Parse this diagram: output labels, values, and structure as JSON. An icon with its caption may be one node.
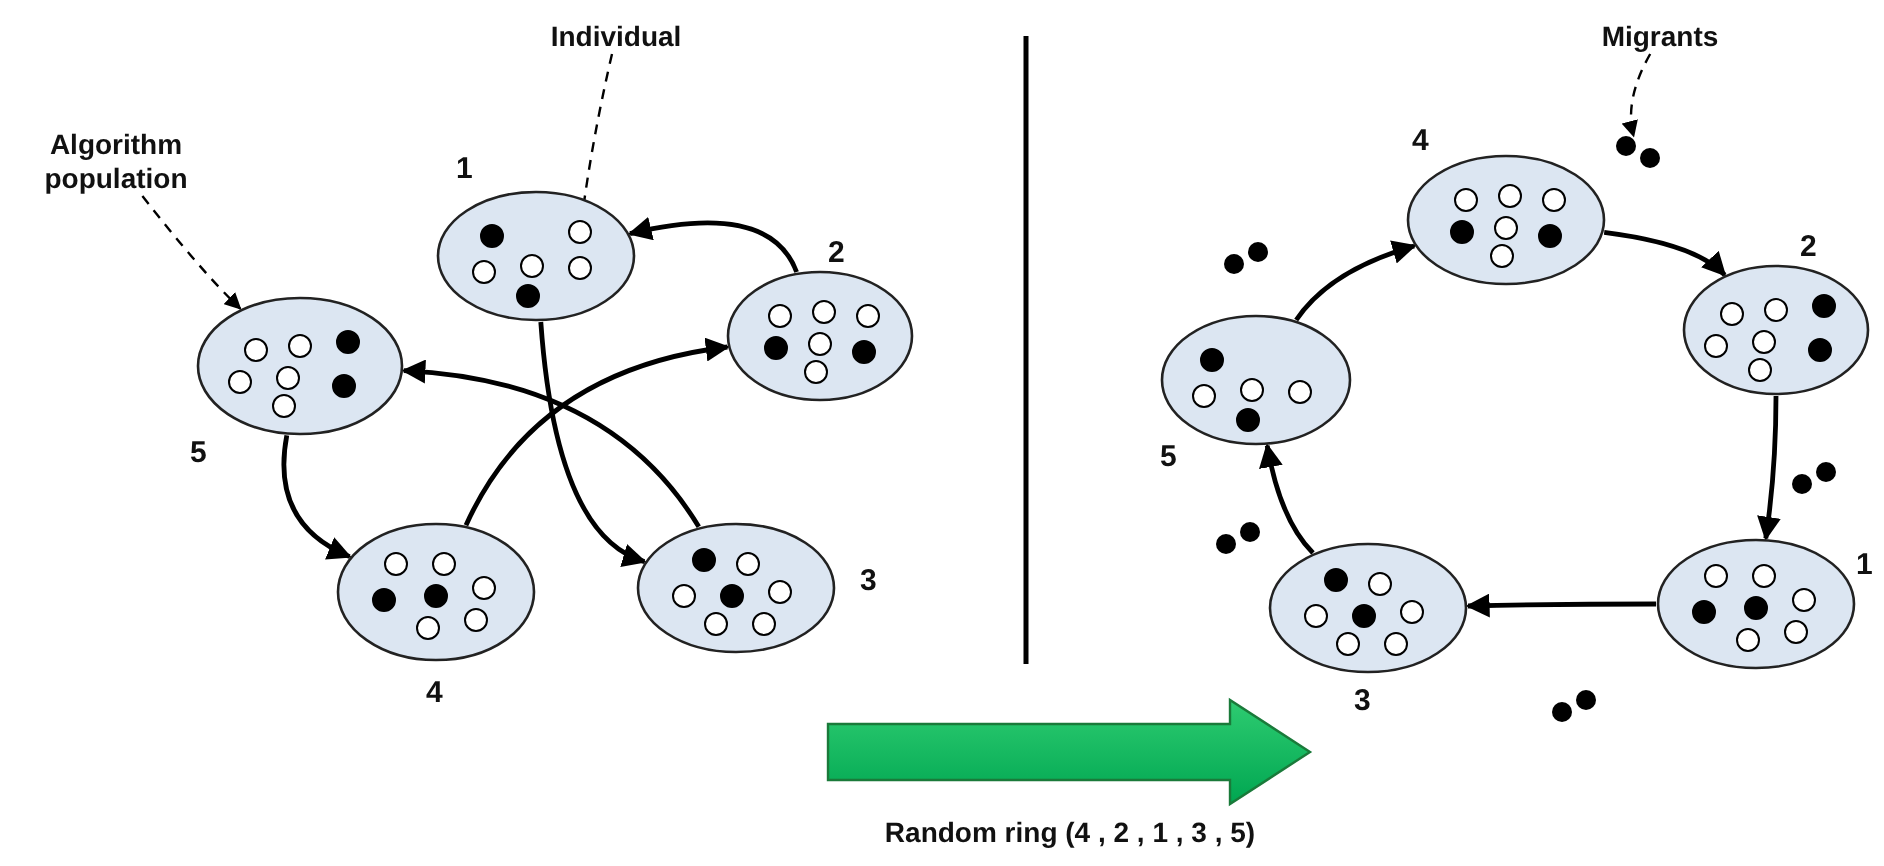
{
  "diagram": {
    "nodes": [
      {
        "text": [
          "Individual"
        ]
      },
      {
        "text": [],
        "shape": "ellipse",
        "beside": [
          "1"
        ]
      },
      {
        "text": [],
        "shape": "circle",
        "in": 1
      },
      {
        "text": [
          "Algorithm population"
        ]
      },
      {
        "text": [],
        "shape": "ellipse",
        "beside": [
          "2"
        ]
      },
      {
        "text": [],
        "shape": "ellipse",
        "beside": [
          "5"
        ]
      },
      {
        "text": [],
        "shape": "ellipse",
        "beside": [
          "4"
        ]
      },
      {
        "text": [],
        "shape": "ellipse",
        "beside": [
          "3"
        ]
      },
      {
        "text": [
          "Migrants"
        ]
      },
      {
        "text": [],
        "shape": "picture"
      },
      {
        "text": [],
        "shape": "ellipse",
        "beside": [
          "4"
        ]
      },
      {
        "text": [],
        "shape": "ellipse",
        "beside": [
          "2"
        ]
      },
      {
        "text": [],
        "shape": "ellipse",
        "beside": [
          "5"
        ]
      },
      {
        "text": [],
        "shape": "ellipse",
        "beside": [
          "1"
        ]
      },
      {
        "text": [],
        "shape": "ellipse",
        "beside": [
          "3"
        ]
      }
    ],
    "edges": [
      {
        "from": 0,
        "to": 2,
        "arrow": "to",
        "style": "dashed"
      },
      {
        "from": 3,
        "to": 5,
        "arrow": "to",
        "style": "dashed"
      },
      {
        "from": 4,
        "to": 1,
        "arrow": "to"
      },
      {
        "from": 1,
        "to": 7,
        "arrow": "to"
      },
      {
        "from": 7,
        "to": 5,
        "arrow": "to"
      },
      {
        "from": 5,
        "to": 6,
        "arrow": "to"
      },
      {
        "from": 6,
        "to": 4,
        "arrow": "to"
      },
      {
        "from": 8,
        "to": 9,
        "arrow": "to",
        "style": "dashed"
      },
      {
        "from": 12,
        "to": 10,
        "arrow": "to"
      },
      {
        "from": 10,
        "to": 11,
        "arrow": "to"
      },
      {
        "from": 11,
        "to": 13,
        "arrow": "to"
      },
      {
        "from": 13,
        "to": 14,
        "arrow": "to"
      },
      {
        "from": 14,
        "to": 12,
        "arrow": "to"
      }
    ],
    "labels": [
      "Random ring (4 , 2 , 1 , 3 , 5)"
    ]
  }
}
